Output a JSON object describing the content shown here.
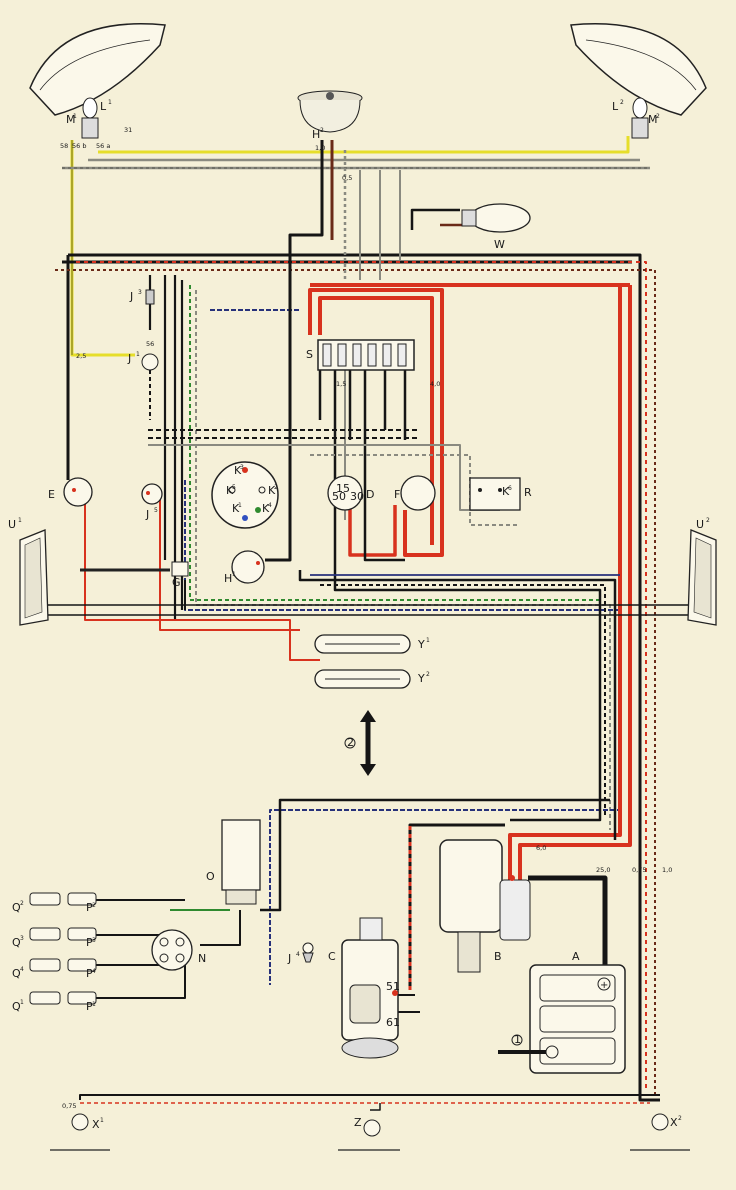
{
  "colors": {
    "paper": "#f5f0d8",
    "black": "#151515",
    "red": "#d8321e",
    "yellow": "#e6de2a",
    "brown": "#6a2a18",
    "blue": "#27317a",
    "green": "#2f8a2f",
    "grey": "#8a8a80"
  },
  "components": {
    "headlight_left": {
      "label": "L",
      "sup": "1",
      "bulb": "M",
      "bulb_sup": "1"
    },
    "headlight_right": {
      "label": "L",
      "sup": "2",
      "bulb": "M",
      "bulb_sup": "2"
    },
    "horn": {
      "label": "H",
      "sup": "2"
    },
    "wiper": {
      "label": "W"
    },
    "switch_j3": {
      "label": "J",
      "sup": "3"
    },
    "dimmer_j1": {
      "label": "J",
      "sup": "1"
    },
    "fusebox": {
      "label": "S"
    },
    "light_switch": {
      "label": "E"
    },
    "ignition_j5": {
      "label": "J",
      "sup": "5"
    },
    "speedometer": {
      "k3": "K",
      "k3_sup": "3",
      "k2": "K",
      "k2_sup": "2",
      "k4": "K",
      "k4_sup": "4",
      "k5": "K",
      "k5_sup": "5",
      "k1": "K",
      "k1_sup": "1"
    },
    "switch_d": {
      "label": "D"
    },
    "switch_f": {
      "label": "F"
    },
    "regulator_r": {
      "label": "R",
      "k6": "K",
      "k6_sup": "6"
    },
    "turn_left": {
      "label": "U",
      "sup": "1"
    },
    "turn_right": {
      "label": "U",
      "sup": "2"
    },
    "horn_button": {
      "label": "G",
      "sup": "1"
    },
    "horn_ring": {
      "label": "H",
      "sup": "1"
    },
    "fuse_y1": {
      "label": "Y",
      "sup": "1"
    },
    "fuse_y2": {
      "label": "Y",
      "sup": "2"
    },
    "direction_mark": "2",
    "coil": {
      "label": "O"
    },
    "distributor": {
      "label": "N"
    },
    "plugs": [
      "Q",
      "Q",
      "Q",
      "Q"
    ],
    "plugs_sup": [
      "2",
      "3",
      "4",
      "1"
    ],
    "leads": [
      "P",
      "P",
      "P",
      "P"
    ],
    "leads_sup": [
      "2",
      "3",
      "4",
      "1"
    ],
    "oil_switch": {
      "label": "J",
      "sup": "4"
    },
    "generator": {
      "label": "C"
    },
    "starter": {
      "label": "B"
    },
    "battery": {
      "label": "A",
      "mark": "1"
    },
    "tail_left": {
      "label": "X",
      "sup": "1"
    },
    "tail_right": {
      "label": "X",
      "sup": "2"
    },
    "plate_light": {
      "label": "Z"
    }
  },
  "wire_labels": {
    "w_0_75a": "0,75",
    "w_1_0a": "1,0",
    "w_0_5a": "0,5",
    "w_2_5a": "2,5",
    "w_1_5a": "1,5",
    "w_4_0": "4,0",
    "w_6_0": "6,0",
    "w_25_0": "25,0",
    "w_0_75b": "0,75",
    "w_1_0b": "1,0",
    "w_56b": "56 b",
    "w_56a": "56 a",
    "w_58": "58",
    "w_31": "31",
    "w_15": "15",
    "w_30": "30",
    "w_51": "51",
    "w_61": "61",
    "w_50": "50",
    "w_56": "56"
  }
}
